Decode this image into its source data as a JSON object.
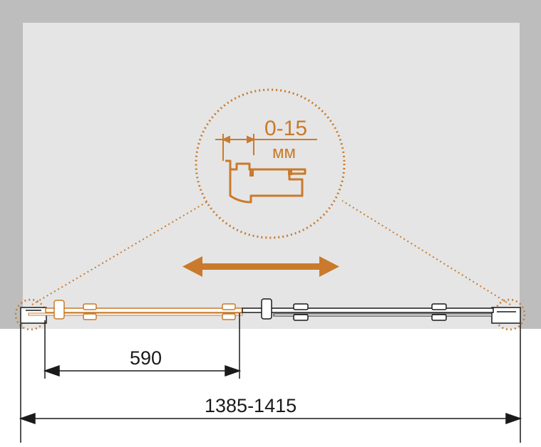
{
  "diagram": {
    "detail": {
      "range_label": "0-15",
      "unit_label": "мм"
    },
    "dimensions": {
      "door_width": "590",
      "total_width": "1385-1415"
    },
    "colors": {
      "accent": "#c97a2c",
      "wall": "#bdbdbd",
      "room": "#e5e5e5",
      "line": "#1a1a1a"
    },
    "icons": {
      "slide_direction": "double-arrow-icon",
      "detail_view": "magnify-circle-icon"
    }
  }
}
